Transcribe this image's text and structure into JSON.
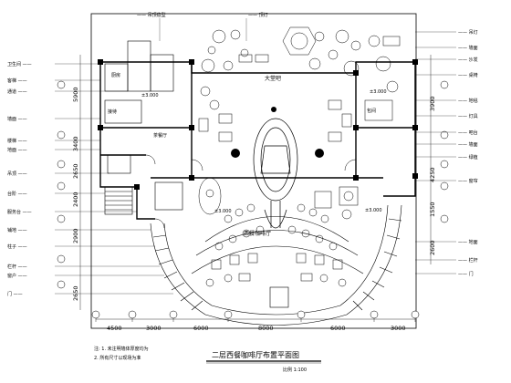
{
  "drawing": {
    "title": "二层西餐咖啡厅布置平面图",
    "scale": "比例 1:100",
    "rooms": {
      "main_hall": "大堂吧",
      "cafe": "西餐咖啡厅",
      "tea": "茶餐厅",
      "r1": "厨房",
      "r2": "接待",
      "r3": "包间"
    },
    "elevations": [
      "±3.000",
      "±3.000",
      "±3.000",
      "±3.000"
    ],
    "bottom_dimensions": [
      "4500",
      "3000",
      "6000",
      "8000",
      "6000",
      "3000"
    ],
    "left_dimensions": [
      "5900",
      "3400",
      "2650",
      "2400",
      "2900",
      "2650"
    ],
    "right_dimensions": [
      "3900",
      "4250",
      "1550",
      "2600"
    ],
    "note_lines": [
      "注: 1. 未注明墙体厚度均为",
      "2. 所有尺寸以现场为准"
    ],
    "callouts_left": [
      "卫生间 ——",
      "客梯 ——",
      "通道 ——",
      "墙面 ——",
      "楼梯 ——",
      "地面 ——",
      "吊顶 ——",
      "台阶 ——",
      "服务台 ——",
      "铺地 ——",
      "柱子 ——",
      "栏杆 ——",
      "窗户 ——",
      "门 ——"
    ],
    "callouts_right": [
      "—— 吊灯",
      "—— 墙面",
      "—— 沙发",
      "—— 桌椅",
      "—— 地毯",
      "—— 灯具",
      "—— 吧台",
      "—— 墙面",
      "—— 绿植",
      "—— 窗帘",
      "—— 地面",
      "—— 栏杆",
      "—— 门"
    ],
    "callouts_top": [
      "—— 吊顶造型",
      "—— 顶灯"
    ]
  }
}
